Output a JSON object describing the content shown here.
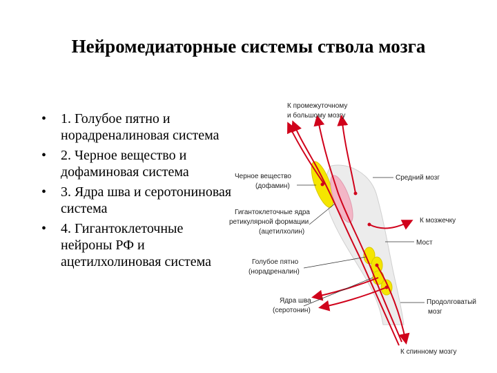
{
  "title": "Нейромедиаторные  системы  ствола мозга",
  "bullets": [
    {
      "marker": "•",
      "text": "1. Голубое пятно и норадреналиновая система"
    },
    {
      "marker": "•",
      "text": "2. Черное вещество и дофаминовая система"
    },
    {
      "marker": "•",
      "text": "3. Ядра шва и серотониновая система"
    },
    {
      "marker": "•",
      "text": "4. Гигантоклеточные нейроны РФ и ацетилхолиновая система"
    }
  ],
  "diagram": {
    "labels": {
      "forebrain_l1": "К промежуточному",
      "forebrain_l2": "и большому мозгу",
      "substantia_l1": "Черное вещество",
      "substantia_l2": "(дофамин)",
      "midbrain": "Средний мозг",
      "giant_l1": "Гигантоклеточные ядра",
      "giant_l2": "ретикулярной формации",
      "giant_l3": "(ацетилхолин)",
      "cerebellum": "К мозжечку",
      "pons": "Мост",
      "locus_l1": "Голубое пятно",
      "locus_l2": "(норадреналин)",
      "raphe_l1": "Ядра шва",
      "raphe_l2": "(серотонин)",
      "medulla_l1": "Продолговатый",
      "medulla_l2": "мозг",
      "spinal": "К спинному мозгу"
    },
    "colors": {
      "pathway": "#d0021b",
      "nucleus_yellow": "#f5e600",
      "nucleus_pink": "#f3b6c6",
      "brainstem": "#ececec",
      "pointer": "#333333"
    }
  }
}
